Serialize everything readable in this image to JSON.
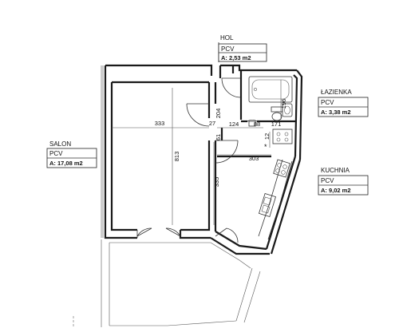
{
  "rooms": [
    {
      "name": "HOL",
      "floor": "PCV",
      "area": "A: 2,53 m2"
    },
    {
      "name": "ŁAZIENKA",
      "floor": "PCV",
      "area": "A: 3,38 m2"
    },
    {
      "name": "SALON",
      "floor": "PCV",
      "area": "A: 17,08 m2"
    },
    {
      "name": "KUCHNIA",
      "floor": "PCV",
      "area": "A: 9,02 m2"
    }
  ],
  "dimensions": {
    "salon_width": "333",
    "salon_length": "813",
    "wall_27": "27",
    "hol_204": "204",
    "hol_124": "124",
    "bath_196": "196",
    "bath_88": "88",
    "bath_171": "171",
    "hol_61": "61",
    "kitchen_303": "303",
    "kitchen_335": "335",
    "small_12": "12"
  }
}
